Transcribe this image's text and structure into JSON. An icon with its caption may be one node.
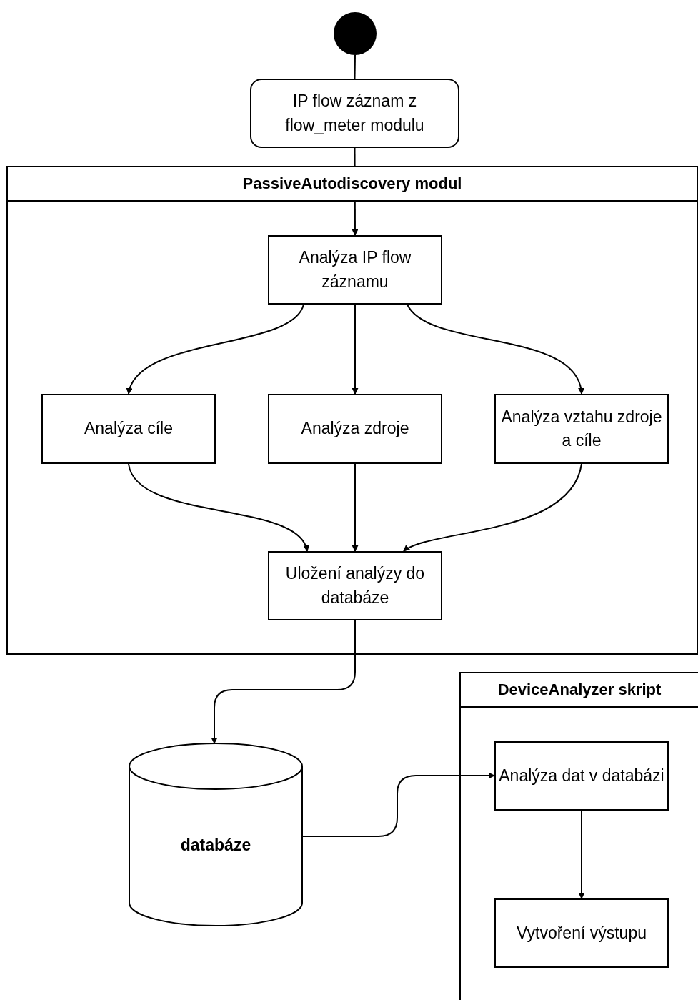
{
  "diagram": {
    "nodes": [
      {
        "text": [],
        "shape": "circle"
      },
      {
        "text": [
          "IP flow záznam z flow_meter modulu"
        ]
      },
      {
        "text": [
          "PassiveAutodiscovery modul"
        ]
      },
      {
        "text": [
          "Analýza IP flow záznamu"
        ],
        "in": 2
      },
      {
        "text": [
          "Analýza cíle"
        ],
        "in": 2
      },
      {
        "text": [
          "Analýza zdroje"
        ],
        "in": 2
      },
      {
        "text": [
          "Analýza vztahu zdroje a cíle"
        ],
        "in": 2
      },
      {
        "text": [
          "Uložení analýzy do databáze"
        ],
        "in": 2
      },
      {
        "text": [
          "databáze"
        ]
      },
      {
        "text": [
          "DeviceAnalyzer skript"
        ]
      },
      {
        "text": [
          "Analýza dat v databázi"
        ],
        "in": 9
      },
      {
        "text": [
          "Vytvoření výstupu"
        ],
        "in": 9
      }
    ],
    "edges": [
      {
        "from": 0,
        "to": 1,
        "arrow": "none"
      },
      {
        "from": 1,
        "to": 3,
        "arrow": "to"
      },
      {
        "from": 3,
        "to": 4,
        "arrow": "to"
      },
      {
        "from": 3,
        "to": 5,
        "arrow": "to"
      },
      {
        "from": 3,
        "to": 6,
        "arrow": "to"
      },
      {
        "from": 4,
        "to": 7,
        "arrow": "to"
      },
      {
        "from": 5,
        "to": 7,
        "arrow": "to"
      },
      {
        "from": 6,
        "to": 7,
        "arrow": "to"
      },
      {
        "from": 7,
        "to": 8,
        "arrow": "to"
      },
      {
        "from": 8,
        "to": 10,
        "arrow": "to"
      },
      {
        "from": 10,
        "to": 11,
        "arrow": "to"
      }
    ]
  }
}
